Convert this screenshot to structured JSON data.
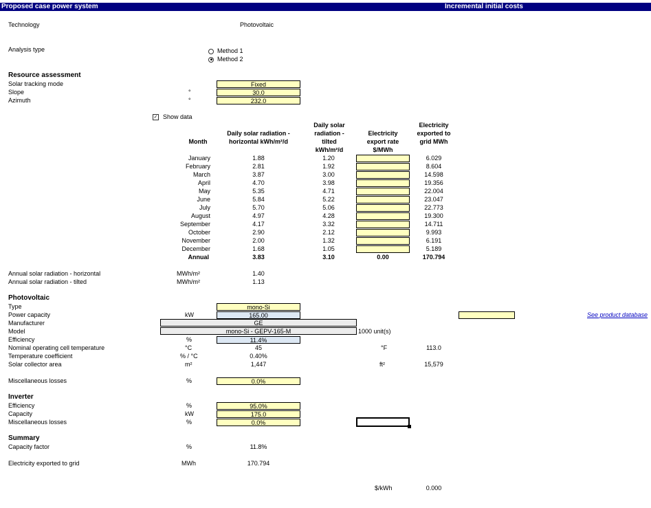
{
  "header": {
    "left": "Proposed case power system",
    "right": "Incremental initial costs"
  },
  "technology": {
    "label": "Technology",
    "value": "Photovoltaic"
  },
  "analysis": {
    "label": "Analysis type",
    "options": [
      "Method 1",
      "Method 2"
    ],
    "selected": "Method 2"
  },
  "resource": {
    "title": "Resource assessment",
    "tracking_label": "Solar tracking mode",
    "tracking_value": "Fixed",
    "slope_label": "Slope",
    "slope_unit": "°",
    "slope_value": "30.0",
    "azimuth_label": "Azimuth",
    "azimuth_unit": "°",
    "azimuth_value": "232.0"
  },
  "show_data": {
    "label": "Show data",
    "checked": true
  },
  "monthly": {
    "headers": [
      "Month",
      "Daily solar radiation - horizontal kWh/m²/d",
      "Daily solar radiation - tilted kWh/m²/d",
      "Electricity export rate $/MWh",
      "Electricity exported to grid MWh"
    ],
    "rows": [
      {
        "month": "January",
        "horiz": "1.88",
        "tilt": "1.20",
        "exported": "6.029"
      },
      {
        "month": "February",
        "horiz": "2.81",
        "tilt": "1.92",
        "exported": "8.604"
      },
      {
        "month": "March",
        "horiz": "3.87",
        "tilt": "3.00",
        "exported": "14.598"
      },
      {
        "month": "April",
        "horiz": "4.70",
        "tilt": "3.98",
        "exported": "19.356"
      },
      {
        "month": "May",
        "horiz": "5.35",
        "tilt": "4.71",
        "exported": "22.004"
      },
      {
        "month": "June",
        "horiz": "5.84",
        "tilt": "5.22",
        "exported": "23.047"
      },
      {
        "month": "July",
        "horiz": "5.70",
        "tilt": "5.06",
        "exported": "22.773"
      },
      {
        "month": "August",
        "horiz": "4.97",
        "tilt": "4.28",
        "exported": "19.300"
      },
      {
        "month": "September",
        "horiz": "4.17",
        "tilt": "3.32",
        "exported": "14.711"
      },
      {
        "month": "October",
        "horiz": "2.90",
        "tilt": "2.12",
        "exported": "9.993"
      },
      {
        "month": "November",
        "horiz": "2.00",
        "tilt": "1.32",
        "exported": "6.191"
      },
      {
        "month": "December",
        "horiz": "1.68",
        "tilt": "1.05",
        "exported": "5.189"
      }
    ],
    "annual": {
      "month": "Annual",
      "horiz": "3.83",
      "tilt": "3.10",
      "rate": "0.00",
      "exported": "170.794"
    }
  },
  "annual_rad": {
    "horiz_label": "Annual solar radiation - horizontal",
    "horiz_unit": "MWh/m²",
    "horiz_value": "1.40",
    "tilt_label": "Annual solar radiation - tilted",
    "tilt_unit": "MWh/m²",
    "tilt_value": "1.13"
  },
  "pv": {
    "title": "Photovoltaic",
    "type_label": "Type",
    "type_value": "mono-Si",
    "power_label": "Power capacity",
    "power_unit": "kW",
    "power_value": "165.00",
    "manu_label": "Manufacturer",
    "manu_value": "GE",
    "model_label": "Model",
    "model_value": "mono-Si - GEPV-165-M",
    "model_units": "1000 unit(s)",
    "eff_label": "Efficiency",
    "eff_unit": "%",
    "eff_value": "11.4%",
    "noct_label": "Nominal operating cell temperature",
    "noct_unit": "°C",
    "noct_value": "45",
    "noct_unit2": "°F",
    "noct_value2": "113.0",
    "tc_label": "Temperature coefficient",
    "tc_unit": "% / °C",
    "tc_value": "0.40%",
    "area_label": "Solar collector area",
    "area_unit": "m²",
    "area_value": "1,447",
    "area_unit2": "ft²",
    "area_value2": "15,579",
    "misc_label": "Miscellaneous losses",
    "misc_unit": "%",
    "misc_value": "0.0%",
    "link": "See product database"
  },
  "inverter": {
    "title": "Inverter",
    "eff_label": "Efficiency",
    "eff_unit": "%",
    "eff_value": "95.0%",
    "cap_label": "Capacity",
    "cap_unit": "kW",
    "cap_value": "175.0",
    "misc_label": "Miscellaneous losses",
    "misc_unit": "%",
    "misc_value": "0.0%"
  },
  "summary": {
    "title": "Summary",
    "cf_label": "Capacity factor",
    "cf_unit": "%",
    "cf_value": "11.8%",
    "elec_label": "Electricity exported to grid",
    "elec_unit": "MWh",
    "elec_value": "170.794",
    "cost_unit": "$/kWh",
    "cost_value": "0.000"
  }
}
